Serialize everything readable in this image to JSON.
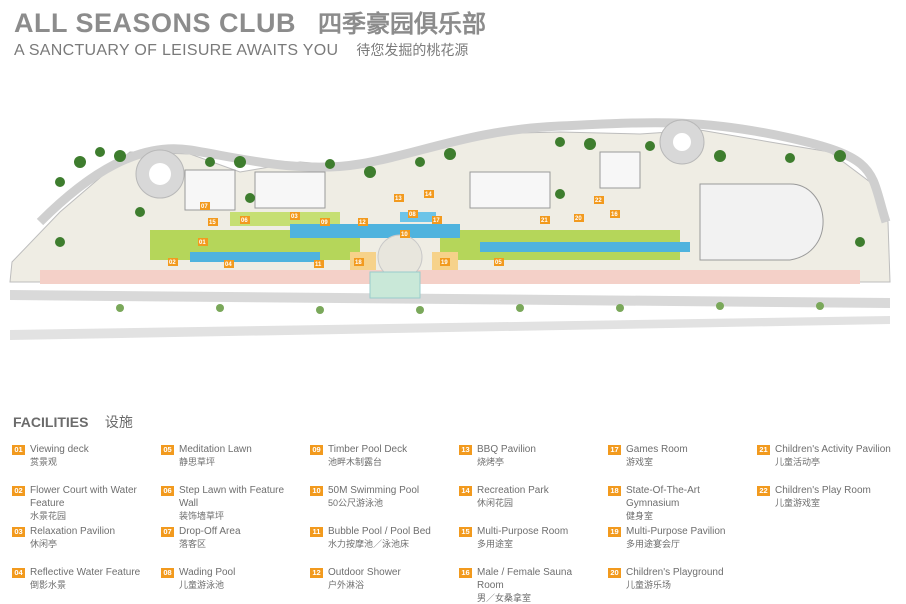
{
  "header": {
    "title_en": "ALL SEASONS CLUB",
    "title_zh": "四季豪园俱乐部",
    "subtitle_en": "A SANCTUARY OF LEISURE AWAITS YOU",
    "subtitle_zh": "待您发掘的桃花源"
  },
  "plan_markers": [
    "01",
    "02",
    "03",
    "04",
    "05",
    "06",
    "07",
    "08",
    "09",
    "10",
    "11",
    "12",
    "13",
    "14",
    "15",
    "16",
    "17",
    "18",
    "19",
    "20",
    "21",
    "22"
  ],
  "facilities_heading": {
    "en": "FACILITIES",
    "zh": "设施"
  },
  "facilities": [
    {
      "num": "01",
      "en": "Viewing deck",
      "zh": "赏景观"
    },
    {
      "num": "02",
      "en": "Flower Court with Water Feature",
      "zh": "水景花园"
    },
    {
      "num": "03",
      "en": "Relaxation Pavilion",
      "zh": "休闲亭"
    },
    {
      "num": "04",
      "en": "Reflective Water Feature",
      "zh": "倒影水景"
    },
    {
      "num": "05",
      "en": "Meditation Lawn",
      "zh": "静思草坪"
    },
    {
      "num": "06",
      "en": "Step Lawn with Feature Wall",
      "zh": "装饰墙草坪"
    },
    {
      "num": "07",
      "en": "Drop-Off Area",
      "zh": "落客区"
    },
    {
      "num": "08",
      "en": "Wading Pool",
      "zh": "儿童游泳池"
    },
    {
      "num": "09",
      "en": "Timber Pool Deck",
      "zh": "池畔木制露台"
    },
    {
      "num": "10",
      "en": "50M Swimming Pool",
      "zh": "50公尺游泳池"
    },
    {
      "num": "11",
      "en": "Bubble Pool / Pool Bed",
      "zh": "水力按摩池／泳池床"
    },
    {
      "num": "12",
      "en": "Outdoor Shower",
      "zh": "户外淋浴"
    },
    {
      "num": "13",
      "en": "BBQ Pavilion",
      "zh": "烧烤亭"
    },
    {
      "num": "14",
      "en": "Recreation Park",
      "zh": "休闲花园"
    },
    {
      "num": "15",
      "en": "Multi-Purpose Room",
      "zh": "多用途室"
    },
    {
      "num": "16",
      "en": "Male / Female Sauna Room",
      "zh": "男／女桑拿室"
    },
    {
      "num": "17",
      "en": "Games Room",
      "zh": "游戏室"
    },
    {
      "num": "18",
      "en": "State-Of-The-Art Gymnasium",
      "zh": "健身室"
    },
    {
      "num": "19",
      "en": "Multi-Purpose Pavilion",
      "zh": "多用途宴会厅"
    },
    {
      "num": "20",
      "en": "Children's Playground",
      "zh": "儿童游乐场"
    },
    {
      "num": "21",
      "en": "Children's Activity Pavilion",
      "zh": "儿童活动亭"
    },
    {
      "num": "22",
      "en": "Children's Play Room",
      "zh": "儿童游戏室"
    }
  ],
  "colors": {
    "marker": "#f29a1e",
    "title": "#8c8c8c",
    "water": "#4fb3de",
    "lawn": "#b5d65a",
    "tree": "#3e7d2e"
  }
}
